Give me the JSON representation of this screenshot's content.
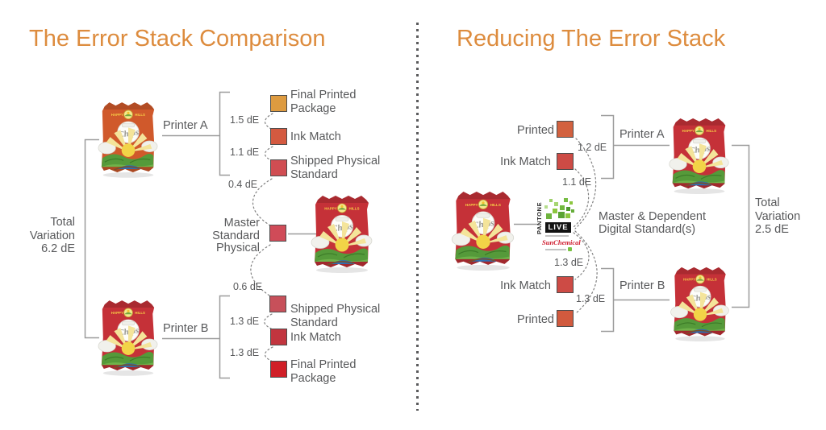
{
  "left": {
    "title": "The Error Stack Comparison",
    "total_variation": "Total\nVariation\n6.2 dE",
    "master": {
      "label": "Master\nStandard\nPhysical",
      "swatch_color": "#d04b58"
    },
    "printer_a": {
      "label": "Printer A",
      "swatches": [
        {
          "label": "Final Printed\nPackage",
          "color": "#de9b40"
        },
        {
          "label": "Ink Match",
          "color": "#d45a40"
        },
        {
          "label": "Shipped Physical\nStandard",
          "color": "#d04d52"
        }
      ],
      "deltas": [
        "1.5 dE",
        "1.1 dE",
        "0.4 dE"
      ]
    },
    "printer_b": {
      "label": "Printer B",
      "deltas": [
        "0.6 dE",
        "1.3 dE",
        "1.3 dE"
      ],
      "swatches": [
        {
          "label": "Shipped Physical\nStandard",
          "color": "#c7505a"
        },
        {
          "label": "Ink Match",
          "color": "#c2353f"
        },
        {
          "label": "Final Printed\nPackage",
          "color": "#d01f27"
        }
      ]
    }
  },
  "right": {
    "title": "Reducing The Error Stack",
    "total_variation": "Total\nVariation\n2.5 dE",
    "master": {
      "label": "Master & Dependent\nDigital Standard(s)"
    },
    "printer_a": {
      "label": "Printer A",
      "swatches": [
        {
          "label": "Printed",
          "color": "#d2613f"
        },
        {
          "label": "Ink Match",
          "color": "#cd4b45"
        }
      ],
      "deltas": [
        "1.2 dE",
        "1.1 dE"
      ]
    },
    "printer_b": {
      "label": "Printer B",
      "swatches": [
        {
          "label": "Ink Match",
          "color": "#cd4b45"
        },
        {
          "label": "Printed",
          "color": "#d15a3e"
        }
      ],
      "deltas": [
        "1.3 dE",
        "1.3 dE"
      ]
    },
    "logo": {
      "brand": "PANTONE",
      "product": "LIVE",
      "partner": "SunChemical"
    }
  },
  "bag": {
    "banner_left": "HAPPY",
    "banner_right": "HILLS",
    "script": "Chips"
  },
  "colors": {
    "title": "#dd8c3e",
    "text": "#58595b",
    "line": "#9b9b9b",
    "bag_red": "#c53138",
    "bag_orange": "#d0592b"
  }
}
